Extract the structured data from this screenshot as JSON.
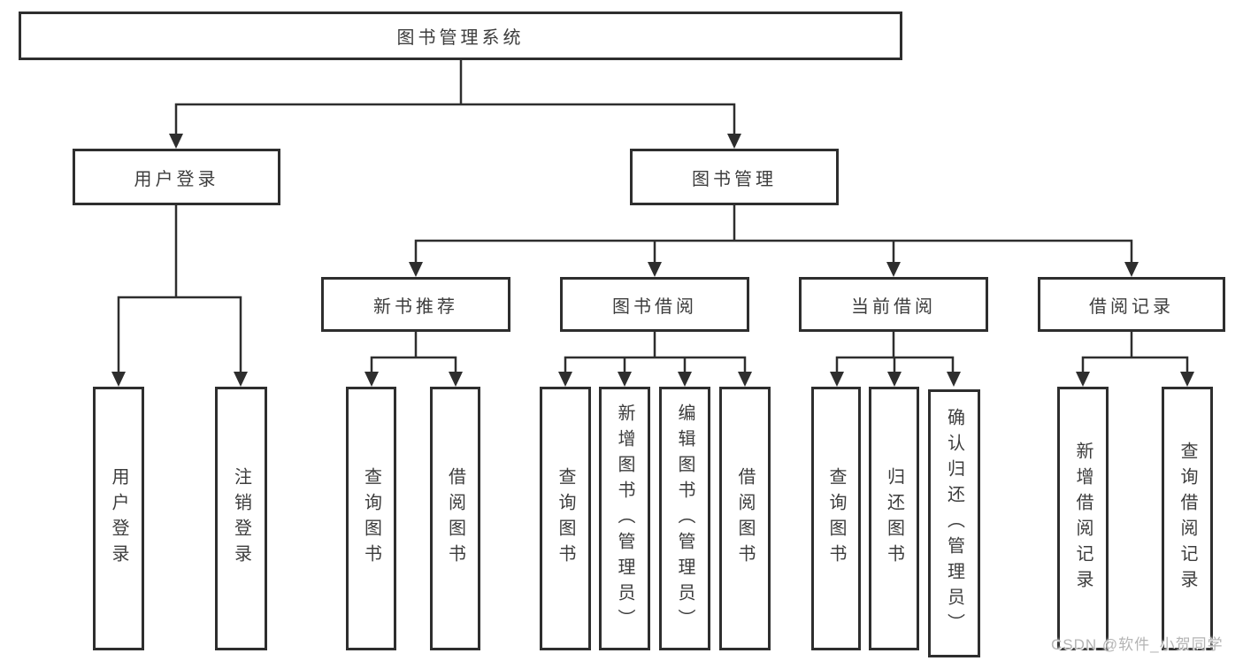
{
  "diagram": {
    "title": "图书管理系统",
    "type": "functional-decomposition-tree"
  },
  "tree": {
    "root": {
      "label": "图书管理系统",
      "children": [
        {
          "label": "用户登录",
          "children": [
            {
              "label": "用户登录"
            },
            {
              "label": "注销登录"
            }
          ]
        },
        {
          "label": "图书管理",
          "children": [
            {
              "label": "新书推荐",
              "children": [
                {
                  "label": "查询图书"
                },
                {
                  "label": "借阅图书"
                }
              ]
            },
            {
              "label": "图书借阅",
              "children": [
                {
                  "label": "查询图书"
                },
                {
                  "label": "新增图书（管理员）"
                },
                {
                  "label": "编辑图书（管理员）"
                },
                {
                  "label": "借阅图书"
                }
              ]
            },
            {
              "label": "当前借阅",
              "children": [
                {
                  "label": "查询图书"
                },
                {
                  "label": "归还图书"
                },
                {
                  "label": "确认归还（管理员）"
                }
              ]
            },
            {
              "label": "借阅记录",
              "children": [
                {
                  "label": "新增借阅记录"
                },
                {
                  "label": "查询借阅记录"
                }
              ]
            }
          ]
        }
      ]
    }
  },
  "watermark": "CSDN @软件_小贺同学",
  "colors": {
    "line": "#2e2e2e",
    "box_border": "#2e2e2e",
    "box_fill": "#ffffff",
    "text": "#3d3d3d",
    "watermark": "#b4b4b4",
    "background": "#ffffff"
  }
}
